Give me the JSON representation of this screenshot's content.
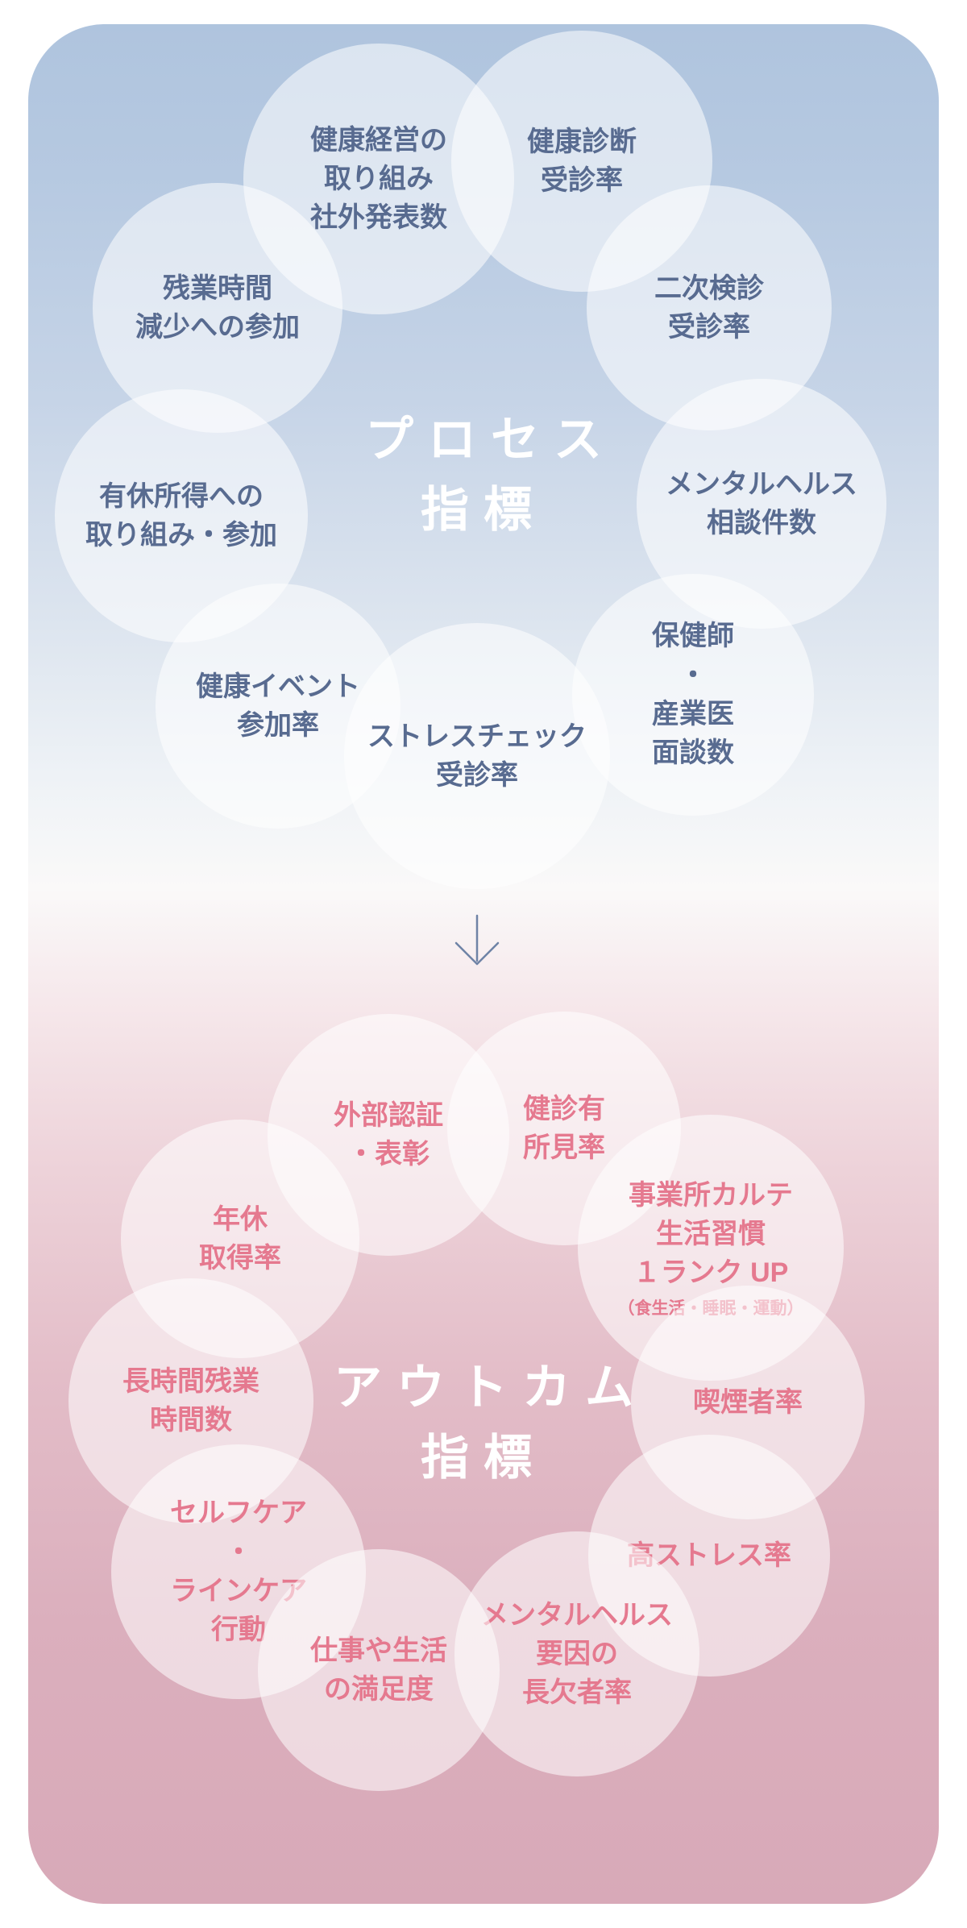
{
  "colors": {
    "process_bg_top": "#afc4de",
    "outcome_bg_bottom": "#d8a9b8",
    "process_text": "#586b90",
    "outcome_text": "#e5798f",
    "title_text": "#ffffff",
    "circle_fill": "rgba(255,255,255,0.55)",
    "arrow": "#6f83a6"
  },
  "process": {
    "title": "プロセス\n指標",
    "items": [
      {
        "label": "健康経営の\n取り組み\n社外発表数"
      },
      {
        "label": "健康診断\n受診率"
      },
      {
        "label": "二次検診\n受診率"
      },
      {
        "label": "残業時間\n減少への参加"
      },
      {
        "label": "メンタルヘルス\n相談件数"
      },
      {
        "label": "有休所得への\n取り組み・参加"
      },
      {
        "label": "保健師\n・\n産業医\n面談数"
      },
      {
        "label": "健康イベント\n参加率"
      },
      {
        "label": "ストレスチェック\n受診率"
      }
    ]
  },
  "arrow": {
    "name": "down-arrow"
  },
  "outcome": {
    "title": "アウトカム\n指標",
    "items": [
      {
        "label": "外部認証\n・表彰"
      },
      {
        "label": "健診有\n所見率"
      },
      {
        "label": "事業所カルテ\n生活習慣\n１ランク UP",
        "note": "（食生活・睡眠・運動）"
      },
      {
        "label": "年休\n取得率"
      },
      {
        "label": "喫煙者率"
      },
      {
        "label": "長時間残業\n時間数"
      },
      {
        "label": "高ストレス率"
      },
      {
        "label": "セルフケア\n・\nラインケア\n行動"
      },
      {
        "label": "メンタルヘルス\n要因の\n長欠者率"
      },
      {
        "label": "仕事や生活\nの満足度"
      }
    ]
  }
}
